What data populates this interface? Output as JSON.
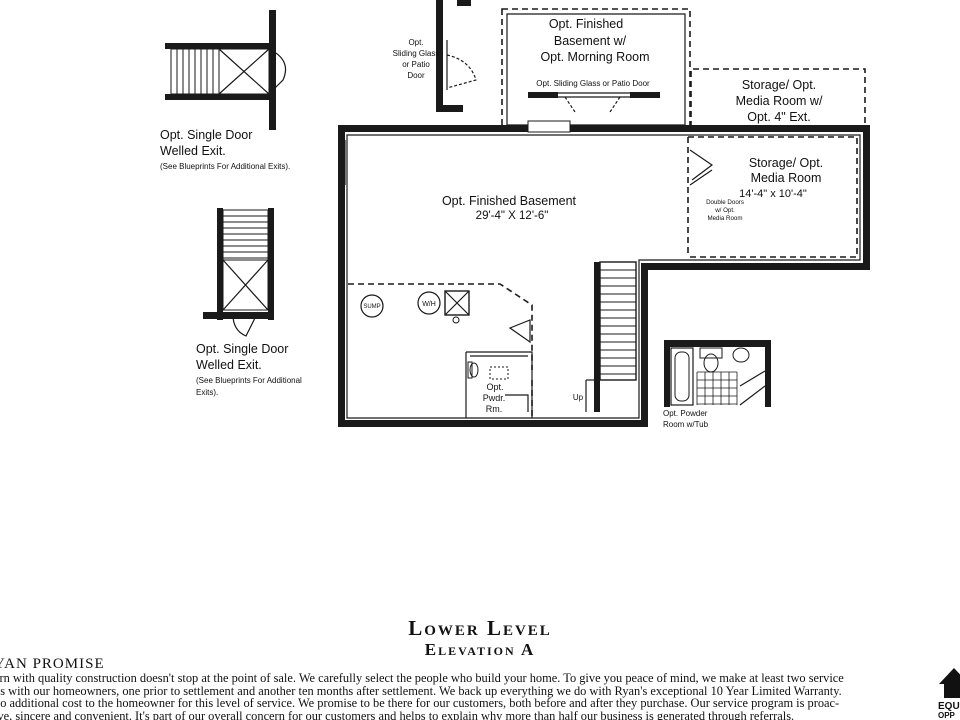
{
  "plan": {
    "labels": {
      "main_basement_name": "Opt. Finished Basement",
      "main_basement_dims": "29'-4\" X 12'-6\"",
      "morning_room_l1": "Opt. Finished",
      "morning_room_l2": "Basement w/",
      "morning_room_l3": "Opt. Morning Room",
      "morning_room_door": "Opt. Sliding Glass or Patio Door",
      "sliding_l1": "Opt.",
      "sliding_l2": "Sliding Glass",
      "sliding_l3": "or Patio",
      "sliding_l4": "Door",
      "storage_ext_l1": "Storage/ Opt.",
      "storage_ext_l2": "Media Room w/",
      "storage_ext_l3": "Opt. 4\" Ext.",
      "storage_l1": "Storage/ Opt.",
      "storage_l2": "Media Room",
      "storage_dims": "14'-4\" x 10'-4\"",
      "double_doors_l1": "Double Doors",
      "double_doors_l2": "w/ Opt.",
      "double_doors_l3": "Media Room",
      "welled_top_l1": "Opt. Single Door",
      "welled_top_l2": "Welled Exit.",
      "welled_top_l3": "(See Blueprints For Additional Exits).",
      "welled_bottom_l1": "Opt. Single Door",
      "welled_bottom_l2": "Welled Exit.",
      "welled_bottom_l3": "(See Blueprints For Additional",
      "welled_bottom_l4": "Exits).",
      "sump": "SUMP",
      "water_heater": "W/H",
      "powder_l1": "Opt.",
      "powder_l2": "Pwdr.",
      "powder_l3": "Rm.",
      "up": "Up",
      "powder_tub_l1": "Opt. Powder",
      "powder_tub_l2": "Room w/Tub"
    }
  },
  "titles": {
    "level": "Lower Level",
    "elevation": "Elevation A"
  },
  "promise": {
    "heading": "YAN PROMISE",
    "lines": [
      "ern with quality construction doesn't stop at the point of sale. We carefully select the people who build your home. To give you peace of mind, we make at least two service",
      "ns with our homeowners, one prior to settlement and another ten months after settlement. We back up everything we do with Ryan's exceptional 10 Year Limited Warranty.",
      "no additional cost to the homeowner for this level of service. We promise to be there for our customers, both before and after they purchase. Our service program is proac-",
      "ive, sincere and convenient. It's part of our overall concern for our customers and helps to explain why more than half our business is generated through referrals."
    ]
  },
  "logo": {
    "line1": "EQU",
    "line2": "OPP"
  }
}
